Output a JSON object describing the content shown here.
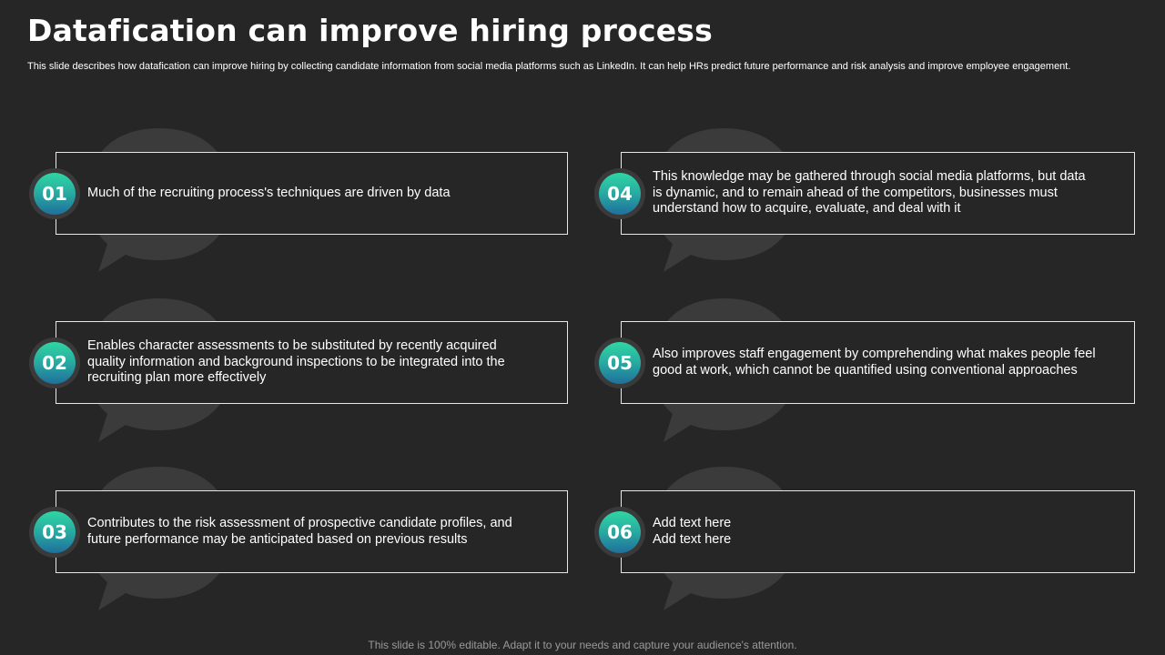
{
  "slide": {
    "title": "Datafication can improve hiring process",
    "subtitle": "This slide describes how datafication can improve hiring by collecting candidate information from social media platforms such as LinkedIn. It can help HRs predict future performance and risk analysis and improve employee engagement.",
    "footer": "This slide is 100% editable. Adapt it to your needs and capture your audience's attention."
  },
  "items": [
    {
      "number": "01",
      "text": "Much of the recruiting process's techniques are driven by data"
    },
    {
      "number": "02",
      "text": "Enables character assessments to be substituted by recently acquired quality information and background inspections to be integrated into the recruiting plan more effectively"
    },
    {
      "number": "03",
      "text": "Contributes to the risk assessment of prospective candidate profiles, and future performance may be anticipated based on previous results"
    },
    {
      "number": "04",
      "text": "This knowledge may be gathered through social media platforms, but data is dynamic, and to remain ahead of the competitors, businesses must understand how to acquire, evaluate, and deal with it"
    },
    {
      "number": "05",
      "text": "Also improves staff engagement by comprehending what makes people feel good at work, which cannot be quantified using conventional approaches"
    },
    {
      "number": "06",
      "text": "Add text here\nAdd text here"
    }
  ],
  "icons": {
    "background_shape": "speech-bubble-icon"
  },
  "colors": {
    "background": "#262626",
    "badge_gradient_top": "#2fd6a4",
    "badge_gradient_bottom": "#1f6f9c",
    "card_border": "#e8e8e8"
  }
}
